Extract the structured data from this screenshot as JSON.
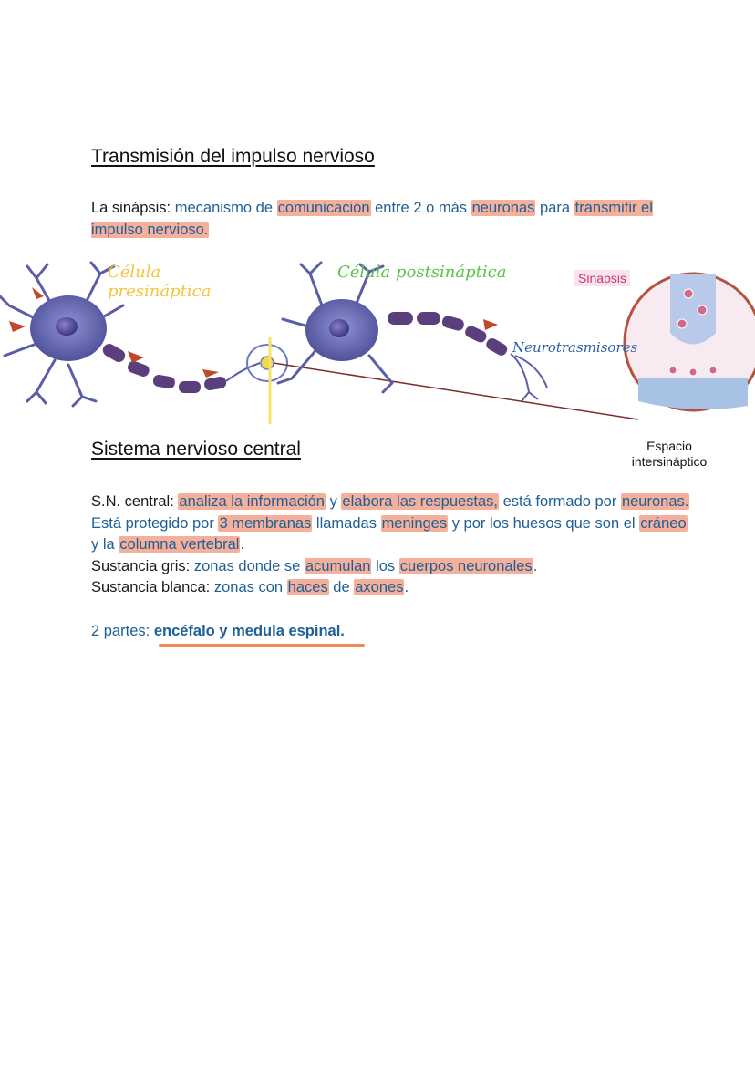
{
  "section1": {
    "title": "Transmisión del impulso nervioso",
    "p1": {
      "label": "La sinápsis:",
      "t1": "mecanismo de",
      "h1": "comunicación",
      "t2": "entre 2 o más",
      "h2": "neuronas",
      "t3": "para",
      "h3": "transmitir el impulso nervioso."
    }
  },
  "figure": {
    "label_pre": "Célula presináptica",
    "label_post": "Célula postsináptica",
    "label_sinapsis": "Sinapsis",
    "label_neuro": "Neurotrasmisores",
    "label_espacio_1": "Espacio",
    "label_espacio_2": "intersináptico",
    "colors": {
      "neuron": "#5b5ea6",
      "yellow": "#f2c53d",
      "green": "#5cc24b",
      "pink": "#c23a7a",
      "blue": "#2a5ea8"
    }
  },
  "section2": {
    "title": "Sistema nervioso central",
    "p1": {
      "label": "S.N. central:",
      "h1": "analiza la información",
      "t1": "y",
      "h2": "elabora las respuestas,",
      "t2": "está formado por",
      "h3": "neuronas.",
      "t3": "Está protegido por",
      "h4": "3 membranas",
      "t4": "llamadas",
      "h5": "meninges",
      "t5": "y por los huesos que son el",
      "h6": "cráneo",
      "t6": "y la",
      "h7": "columna vertebral",
      "t7": "."
    },
    "gris": {
      "label": "Sustancia gris:",
      "t1": "zonas donde se",
      "h1": "acumulan",
      "t2": "los",
      "h2": "cuerpos neuronales",
      "t3": "."
    },
    "blanca": {
      "label": "Sustancia blanca:",
      "t1": "zonas con",
      "h1": "haces",
      "t2": "de",
      "h2": "axones",
      "t3": "."
    },
    "partes": {
      "label": "2 partes:",
      "value": "encéfalo y medula espinal."
    }
  }
}
